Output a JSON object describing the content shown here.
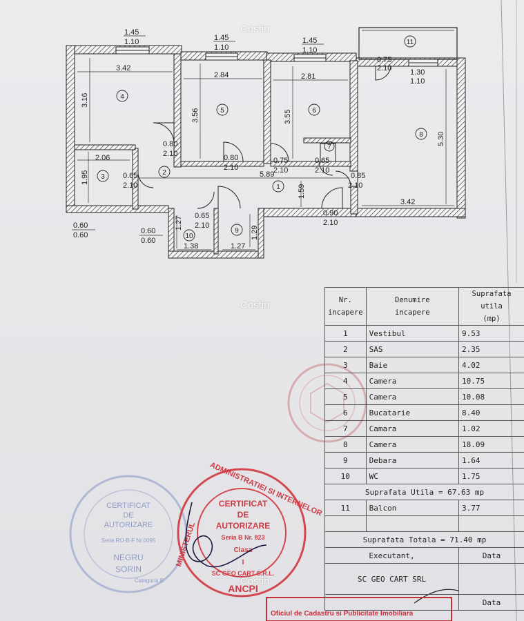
{
  "watermark": "Costin",
  "plan": {
    "windows": {
      "w1a": "1.45",
      "w1b": "1.10",
      "w2a": "1.45",
      "w2b": "1.10",
      "w3a": "1.45",
      "w3b": "1.10"
    },
    "rooms": {
      "r1": "1",
      "r2": "2",
      "r3": "3",
      "r4": "4",
      "r5": "5",
      "r6": "6",
      "r7": "7",
      "r8": "8",
      "r9": "9",
      "r10": "10",
      "r11": "11"
    },
    "dims": {
      "d_342a": "3.42",
      "d_284": "2.84",
      "d_281": "2.81",
      "d_316": "3.16",
      "d_356": "3.56",
      "d_355": "3.55",
      "d_530": "5.30",
      "d_080a": "0.80",
      "d_210a": "2.10",
      "d_080b": "0.80",
      "d_210b": "2.10",
      "d_075a": "0.75",
      "d_210c": "2.10",
      "d_065a": "0.65",
      "d_210d": "2.10",
      "d_085": "0.85",
      "d_210e": "2.10",
      "d_206": "2.06",
      "d_195": "1.95",
      "d_065b": "0.65",
      "d_210f": "2.10",
      "d_589": "5.89",
      "d_159": "1.59",
      "d_342b": "3.42",
      "d_065c": "0.65",
      "d_210g": "2.10",
      "d_090": "0.90",
      "d_210h": "2.10",
      "d_127a": "1.27",
      "d_138": "1.38",
      "d_127b": "1.27",
      "d_129": "1.29",
      "d_060a": "0.60",
      "d_060b": "0.60",
      "d_060c": "0.60",
      "d_060d": "0.60",
      "d_075b": "0.75",
      "d_210i": "2.10",
      "d_130": "1.30",
      "d_110": "1.10"
    }
  },
  "table": {
    "h_nr": "Nr.\nincapere",
    "h_name": "Denumire\nincapere",
    "h_area": "Suprafata utila\n(mp)",
    "rows": [
      {
        "nr": "1",
        "name": "Vestibul",
        "area": "9.53"
      },
      {
        "nr": "2",
        "name": "SAS",
        "area": "2.35"
      },
      {
        "nr": "3",
        "name": "Baie",
        "area": "4.02"
      },
      {
        "nr": "4",
        "name": "Camera",
        "area": "10.75"
      },
      {
        "nr": "5",
        "name": "Camera",
        "area": "10.08"
      },
      {
        "nr": "6",
        "name": "Bucatarie",
        "area": "8.40"
      },
      {
        "nr": "7",
        "name": "Camara",
        "area": "1.02"
      },
      {
        "nr": "8",
        "name": "Camera",
        "area": "18.09"
      },
      {
        "nr": "9",
        "name": "Debara",
        "area": "1.64"
      },
      {
        "nr": "10",
        "name": "WC",
        "area": "1.75"
      }
    ],
    "useful_total": "Suprafata Utila = 67.63 mp",
    "balcony": {
      "nr": "11",
      "name": "Balcon",
      "area": "3.77"
    },
    "grand_total": "Suprafata Totala = 71.40 mp",
    "executant_label": "Executant,",
    "data_label": "Data",
    "executant_name": "SC GEO CART SRL",
    "data_label2": "Data"
  },
  "stamps": {
    "red_line1": "CERTIFICAT",
    "red_line2": "DE",
    "red_line3": "AUTORIZARE",
    "red_line4": "Seria B Nr. 823",
    "red_line5": "Clasa",
    "red_line6": "I",
    "red_line7": "SC GEO CART S.R.L.",
    "red_ring_top": "ADMINISTRATIEI SI INTERNELOR",
    "red_ring_left": "MINISTERUL",
    "red_ring_bottom": "ANCPI",
    "blue_line1": "CERTIFICAT",
    "blue_line2": "DE",
    "blue_line3": "AUTORIZARE",
    "blue_line4": "Seria RO-B-F Nr.0095",
    "blue_line5": "NEGRU",
    "blue_line6": "SORIN",
    "blue_line7": "Categoria B",
    "footer_stamp": "Oficiul de Cadastru si Publicitate Imobiliara"
  }
}
